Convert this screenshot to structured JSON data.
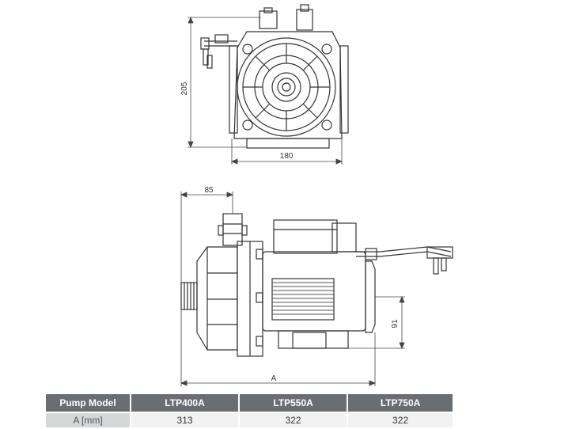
{
  "front_view": {
    "width_dim": "180",
    "height_dim": "205"
  },
  "side_view": {
    "inlet_dim": "85",
    "axis_height_dim": "91",
    "length_dim": "A"
  },
  "table": {
    "header_label": "Pump Model",
    "row_label": "A [mm]",
    "models": [
      {
        "name": "LTP400A",
        "a_mm": "313"
      },
      {
        "name": "LTP550A",
        "a_mm": "322"
      },
      {
        "name": "LTP750A",
        "a_mm": "322"
      }
    ]
  }
}
